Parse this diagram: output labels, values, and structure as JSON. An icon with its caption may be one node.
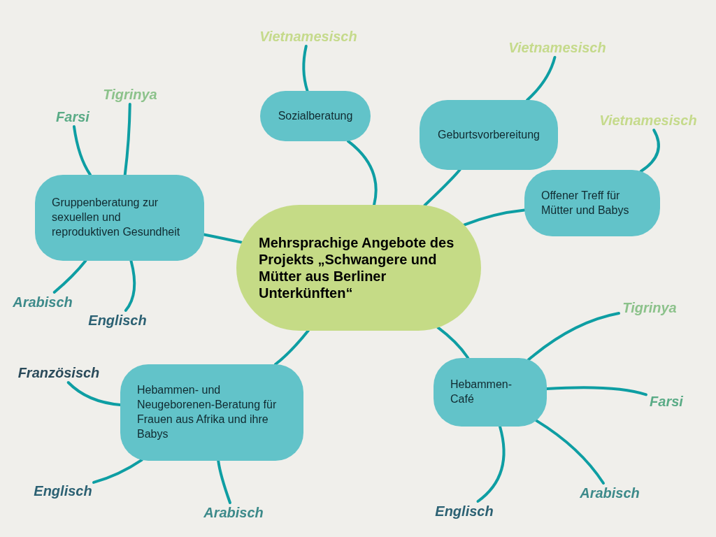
{
  "diagram": {
    "nodes": [
      {
        "text": [
          "Mehrsprachige Angebote des Projekts „Schwangere und Mütter aus Berliner Unterkünften“"
        ]
      },
      {
        "text": [
          "Sozialberatung"
        ]
      },
      {
        "text": [
          "Geburtsvorbereitung"
        ]
      },
      {
        "text": [
          "Offener Treff für Mütter und Babys"
        ]
      },
      {
        "text": [
          "Gruppenberatung zur sexuellen und reproduktiven Gesundheit"
        ]
      },
      {
        "text": [
          "Hebammen- und Neugeborenen-Beratung für Frauen aus Afrika und ihre Babys"
        ]
      },
      {
        "text": [
          "Hebammen-Café"
        ]
      },
      {
        "text": [
          "Vietnamesisch"
        ]
      },
      {
        "text": [
          "Vietnamesisch"
        ]
      },
      {
        "text": [
          "Vietnamesisch"
        ]
      },
      {
        "text": [
          "Tigrinya"
        ]
      },
      {
        "text": [
          "Farsi"
        ]
      },
      {
        "text": [
          "Arabisch"
        ]
      },
      {
        "text": [
          "Englisch"
        ]
      },
      {
        "text": [
          "Französisch"
        ]
      },
      {
        "text": [
          "Englisch"
        ]
      },
      {
        "text": [
          "Arabisch"
        ]
      },
      {
        "text": [
          "Tigrinya"
        ]
      },
      {
        "text": [
          "Farsi"
        ]
      },
      {
        "text": [
          "Arabisch"
        ]
      },
      {
        "text": [
          "Englisch"
        ]
      }
    ],
    "edges": [
      {
        "from": 0,
        "to": 1,
        "arrow": "none"
      },
      {
        "from": 0,
        "to": 2,
        "arrow": "none"
      },
      {
        "from": 0,
        "to": 3,
        "arrow": "none"
      },
      {
        "from": 0,
        "to": 4,
        "arrow": "none"
      },
      {
        "from": 0,
        "to": 5,
        "arrow": "none"
      },
      {
        "from": 0,
        "to": 6,
        "arrow": "none"
      },
      {
        "from": 1,
        "to": 7,
        "arrow": "none"
      },
      {
        "from": 2,
        "to": 8,
        "arrow": "none"
      },
      {
        "from": 3,
        "to": 9,
        "arrow": "none"
      },
      {
        "from": 4,
        "to": 10,
        "arrow": "none"
      },
      {
        "from": 4,
        "to": 11,
        "arrow": "none"
      },
      {
        "from": 4,
        "to": 12,
        "arrow": "none"
      },
      {
        "from": 4,
        "to": 13,
        "arrow": "none"
      },
      {
        "from": 5,
        "to": 14,
        "arrow": "none"
      },
      {
        "from": 5,
        "to": 15,
        "arrow": "none"
      },
      {
        "from": 5,
        "to": 16,
        "arrow": "none"
      },
      {
        "from": 6,
        "to": 17,
        "arrow": "none"
      },
      {
        "from": 6,
        "to": 18,
        "arrow": "none"
      },
      {
        "from": 6,
        "to": 19,
        "arrow": "none"
      },
      {
        "from": 6,
        "to": 20,
        "arrow": "none"
      }
    ]
  }
}
